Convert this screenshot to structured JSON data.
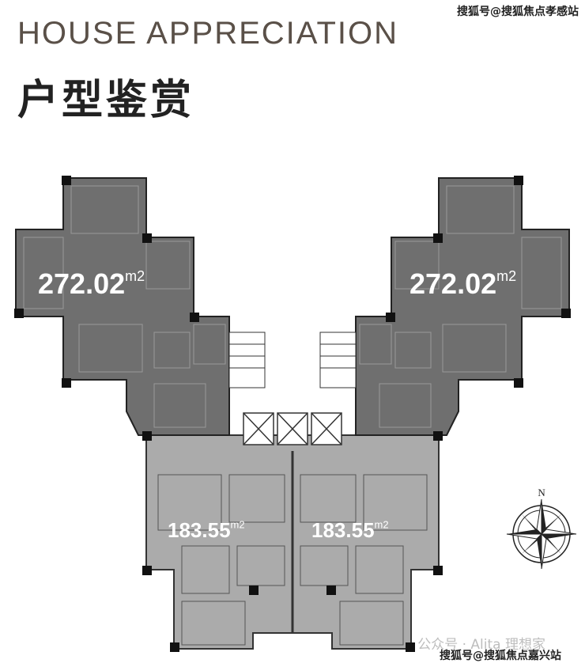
{
  "header": {
    "title_en": "HOUSE APPRECIATION",
    "title_cn": "户型鉴赏"
  },
  "units": [
    {
      "area": "272.02",
      "unit": "m2",
      "position": "left-wing"
    },
    {
      "area": "272.02",
      "unit": "m2",
      "position": "right-wing"
    },
    {
      "area": "183.55",
      "unit": "m2",
      "position": "bottom-left"
    },
    {
      "area": "183.55",
      "unit": "m2",
      "position": "bottom-right"
    }
  ],
  "compass": {
    "north_label": "N"
  },
  "watermarks": {
    "top": "搜狐号@搜狐焦点孝感站",
    "official_account": "公众号 · Alita 理想家",
    "bottom": "搜狐号@搜狐焦点嘉兴站"
  },
  "colors": {
    "large_unit": "#6f6f6f",
    "small_unit": "#ababab",
    "title_en": "#5a5048"
  }
}
